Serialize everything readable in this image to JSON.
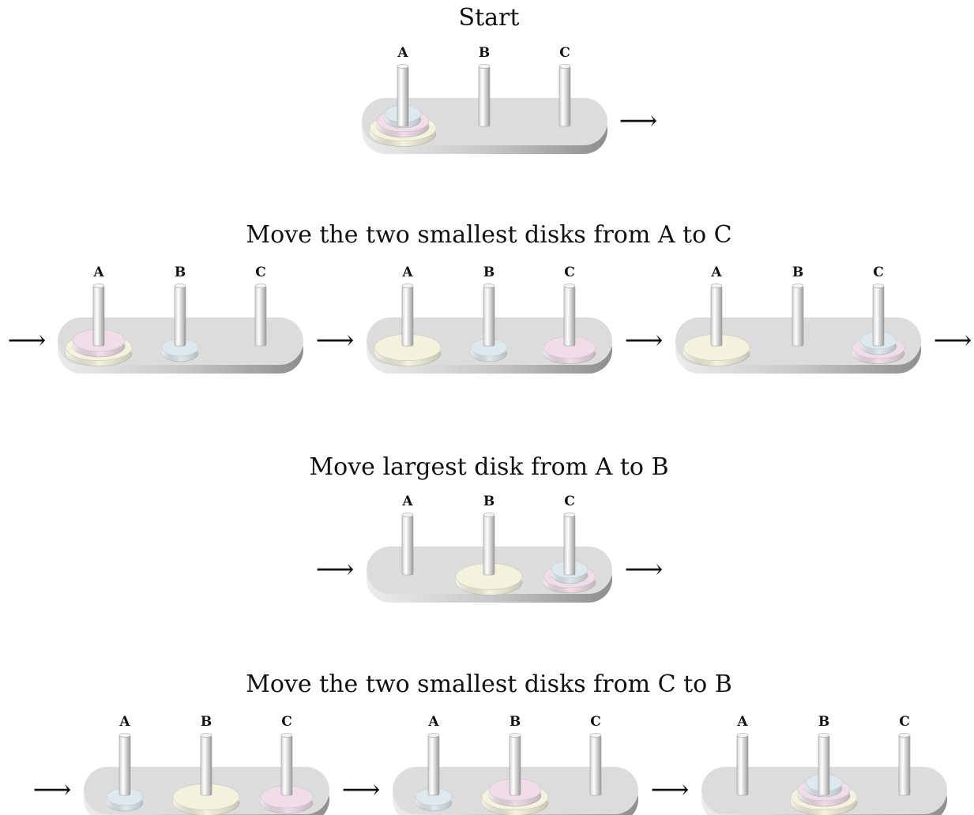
{
  "colors": {
    "small_disk": "#dde9ee",
    "medium_disk": "#f0dde8",
    "large_disk": "#f3f2dc",
    "board": "#dcdcdc",
    "peg": "#e6e6e6"
  },
  "arrow_glyph": "⟶",
  "sections": [
    {
      "title": "Start",
      "states": [
        {
          "labels": [
            "A",
            "B",
            "C"
          ],
          "pegs": [
            [
              "large",
              "medium",
              "small"
            ],
            [],
            []
          ]
        }
      ]
    },
    {
      "title": "Move the two smallest disks from A to C",
      "states": [
        {
          "labels": [
            "A",
            "B",
            "C"
          ],
          "pegs": [
            [
              "large",
              "medium"
            ],
            [
              "small"
            ],
            []
          ]
        },
        {
          "labels": [
            "A",
            "B",
            "C"
          ],
          "pegs": [
            [
              "large"
            ],
            [
              "small"
            ],
            [
              "medium"
            ]
          ]
        },
        {
          "labels": [
            "A",
            "B",
            "C"
          ],
          "pegs": [
            [
              "large"
            ],
            [],
            [
              "medium",
              "small"
            ]
          ]
        }
      ]
    },
    {
      "title": "Move largest disk from A to B",
      "states": [
        {
          "labels": [
            "A",
            "B",
            "C"
          ],
          "pegs": [
            [],
            [
              "large"
            ],
            [
              "medium",
              "small"
            ]
          ]
        }
      ]
    },
    {
      "title": "Move the two smallest disks from C to B",
      "states": [
        {
          "labels": [
            "A",
            "B",
            "C"
          ],
          "pegs": [
            [
              "small"
            ],
            [
              "large"
            ],
            [
              "medium"
            ]
          ]
        },
        {
          "labels": [
            "A",
            "B",
            "C"
          ],
          "pegs": [
            [
              "small"
            ],
            [
              "large",
              "medium"
            ],
            []
          ]
        },
        {
          "labels": [
            "A",
            "B",
            "C"
          ],
          "pegs": [
            [],
            [
              "large",
              "medium",
              "small"
            ],
            []
          ]
        }
      ]
    }
  ]
}
